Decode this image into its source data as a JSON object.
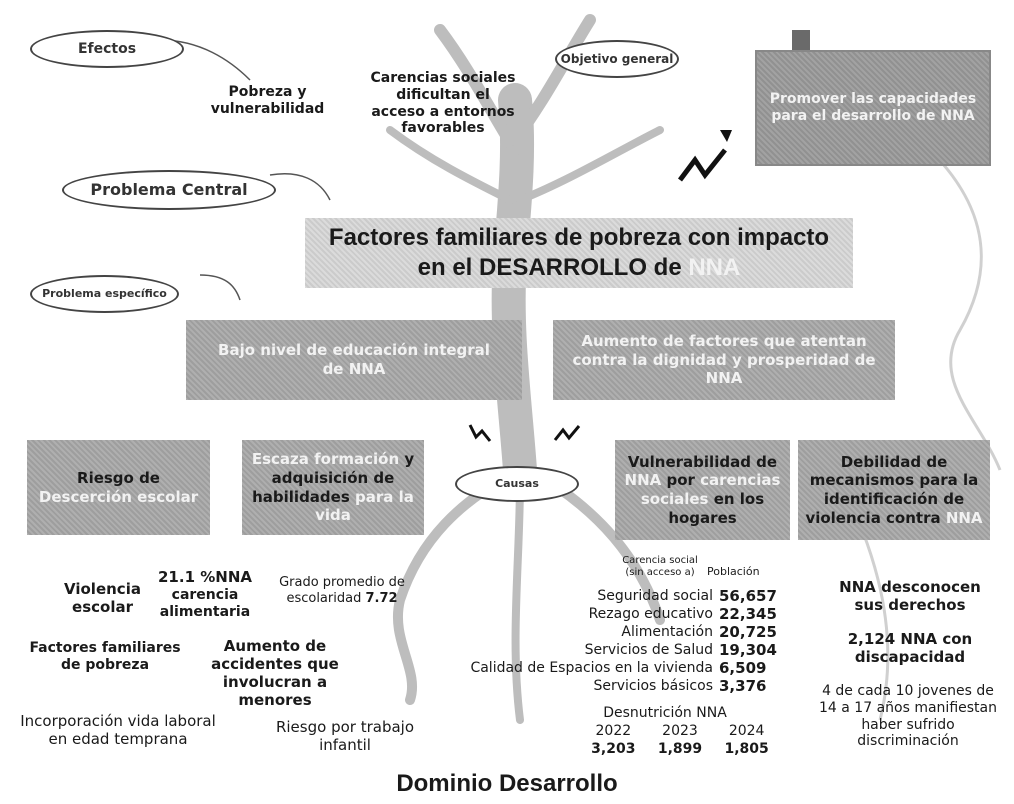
{
  "labels": {
    "efectos": "Efectos",
    "objetivo_general": "Objetivo general",
    "problema_central": "Problema Central",
    "problema_especifico": "Problema específico",
    "causas": "Causas"
  },
  "effects": {
    "pobreza": "Pobreza y vulnerabilidad",
    "carencias": "Carencias sociales dificultan el acceso a entornos favorables"
  },
  "objective_text": "Promover las capacidades para el desarrollo de NNA",
  "central_problem": {
    "line1": "Factores familiares de pobreza con impacto",
    "line2_a": "en el DESARROLLO de ",
    "line2_b": "NNA"
  },
  "specific_problems": {
    "left": "Bajo nivel de educación integral de NNA",
    "right": "Aumento de factores que atentan contra la dignidad y prosperidad de NNA"
  },
  "causes": {
    "c1_a": "Riesgo de",
    "c1_b": "Descerción escolar",
    "c2_a": "Escaza formación",
    "c2_b": " y adquisición de habilidades ",
    "c2_c": "para la vida",
    "c3_a": "Vulnerabilidad de ",
    "c3_b": "NNA",
    "c3_c": " por ",
    "c3_d": "carencias sociales",
    "c3_e": " en los hogares",
    "c4_a": "Debilidad de mecanismos para la identificación de violencia contra ",
    "c4_b": "NNA"
  },
  "details": {
    "violencia": "Violencia escolar",
    "carencia_stat": "21.1 %NNA",
    "carencia_txt": "carencia alimentaria",
    "grado": "Grado promedio de escolaridad ",
    "grado_val": "7.72",
    "factores": "Factores familiares de pobreza",
    "accidentes": "Aumento de accidentes que involucran a menores",
    "incorporacion": "Incorporación vida laboral en edad temprana",
    "riesgo_trabajo": "Riesgo por trabajo infantil",
    "desconocen": "NNA desconocen sus derechos",
    "discapacidad": "2,124 NNA con discapacidad",
    "jovenes": "4 de cada 10 jovenes de 14 a 17 años manifiestan haber sufrido discriminación"
  },
  "table": {
    "header_left": "Carencia social (sin acceso a)",
    "header_right": "Población",
    "rows": [
      {
        "label": "Seguridad social",
        "value": "56,657"
      },
      {
        "label": "Rezago educativo",
        "value": "22,345"
      },
      {
        "label": "Alimentación",
        "value": "20,725"
      },
      {
        "label": "Servicios de Salud",
        "value": "19,304"
      },
      {
        "label": "Calidad de Espacios en la vivienda",
        "value": "6,509"
      },
      {
        "label": "Servicios básicos",
        "value": "3,376"
      }
    ],
    "desnutricion_title": "Desnutrición NNA",
    "years": [
      "2022",
      "2023",
      "2024"
    ],
    "year_values": [
      "3,203",
      "1,899",
      "1,805"
    ]
  },
  "footer": "Dominio Desarrollo"
}
